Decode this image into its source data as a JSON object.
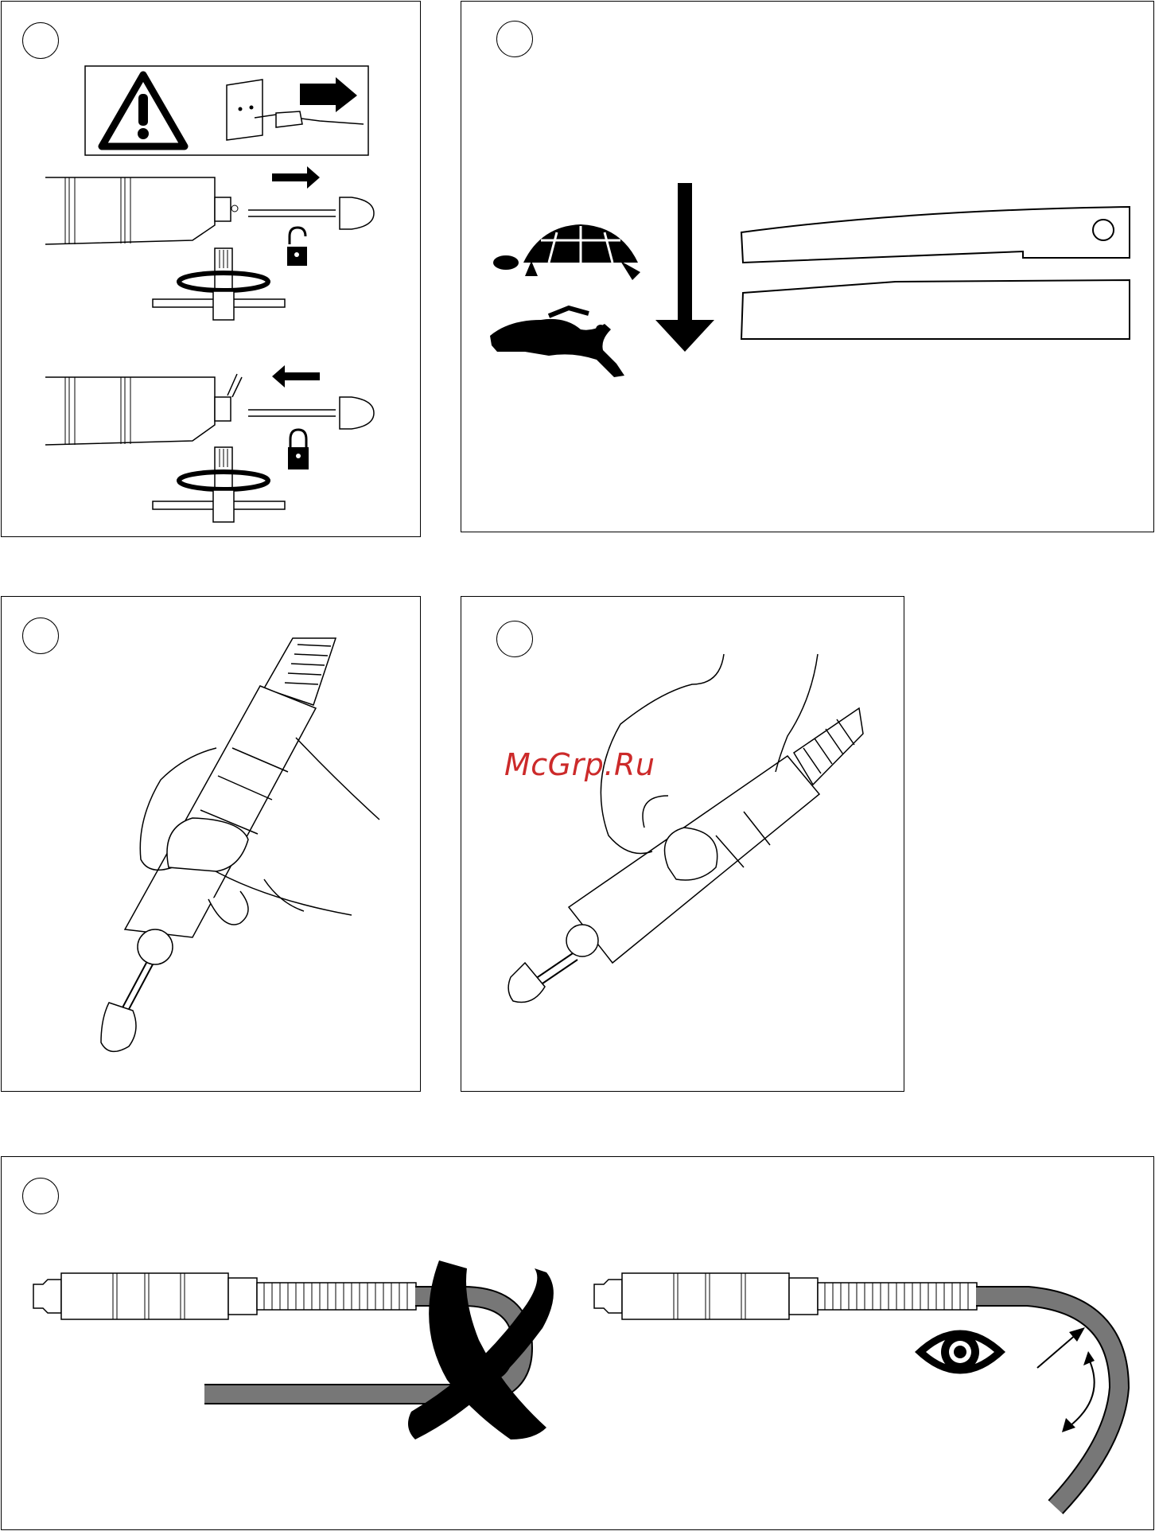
{
  "watermark": {
    "text": "McGrp.Ru",
    "color": "#cc2a2a"
  },
  "panels": [
    {
      "id": "chuck-change",
      "icons": [
        "warning-triangle-icon",
        "unplug-icon",
        "unlock-icon",
        "lock-icon",
        "chuck-key-icon"
      ]
    },
    {
      "id": "speed-pedal",
      "icons": [
        "turtle-icon",
        "hare-icon",
        "down-arrow-icon"
      ]
    },
    {
      "id": "pen-grip",
      "icons": [
        "hand-icon"
      ]
    },
    {
      "id": "overhand-grip",
      "icons": [
        "hand-icon"
      ]
    },
    {
      "id": "shaft-bending",
      "icons": [
        "cross-icon",
        "eye-icon",
        "bend-arrow-icon"
      ]
    }
  ],
  "colors": {
    "line": "#000000",
    "shaft_fill": "#777777"
  }
}
